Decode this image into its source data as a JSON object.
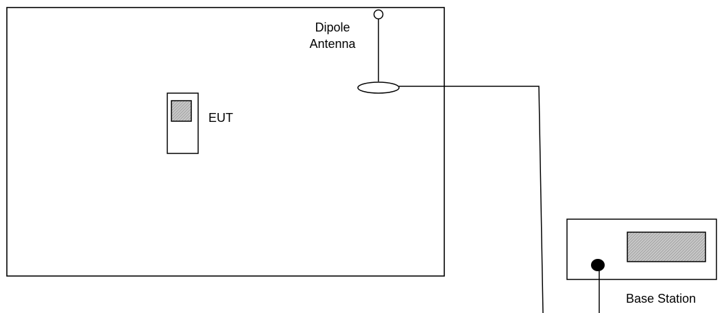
{
  "labels": {
    "dipole_antenna": [
      "Dipole",
      "Antenna"
    ],
    "eut": "EUT",
    "base_station": "Base Station"
  },
  "colors": {
    "line": "#000000",
    "background": "#ffffff",
    "hatch": "#9a9a9a"
  },
  "icons": {
    "antenna": "dipole-antenna-icon",
    "connector": "cable-connector-icon",
    "display": "hatched-display-icon"
  }
}
